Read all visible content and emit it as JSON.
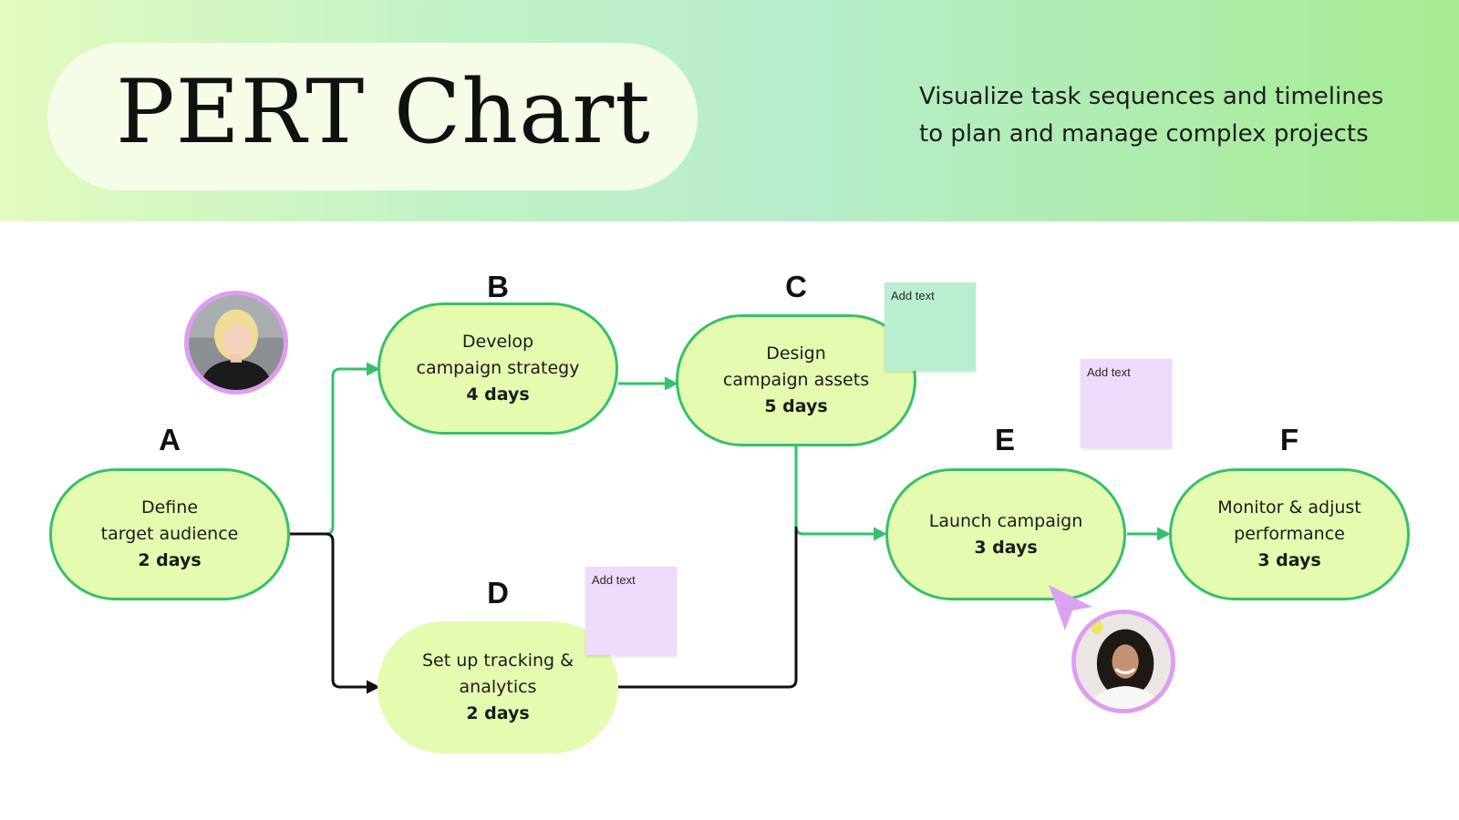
{
  "header": {
    "title": "PERT Chart",
    "subtitle_line1": "Visualize task sequences and timelines",
    "subtitle_line2": "to plan and manage complex projects"
  },
  "colors": {
    "node_fill": "#e5fbb0",
    "node_border": "#36c06a",
    "connector_green": "#36c06a",
    "connector_black": "#111111",
    "sticky_green": "#b9eed0",
    "sticky_purple": "#eedafa",
    "avatar_ring": "#dd9ef0"
  },
  "nodes": {
    "a": {
      "letter": "A",
      "line1": "Define",
      "line2": "target audience",
      "duration": "2 days"
    },
    "b": {
      "letter": "B",
      "line1": "Develop",
      "line2": "campaign strategy",
      "duration": "4 days"
    },
    "c": {
      "letter": "C",
      "line1": "Design",
      "line2": "campaign assets",
      "duration": "5 days"
    },
    "d": {
      "letter": "D",
      "line1": "Set up tracking &",
      "line2": "analytics",
      "duration": "2 days"
    },
    "e": {
      "letter": "E",
      "line1": "Launch campaign",
      "duration": "3 days"
    },
    "f": {
      "letter": "F",
      "line1": "Monitor & adjust",
      "line2": "performance",
      "duration": "3 days"
    }
  },
  "edges": [
    {
      "from": "A",
      "to": "B",
      "color": "green"
    },
    {
      "from": "A",
      "to": "D",
      "color": "black"
    },
    {
      "from": "B",
      "to": "C",
      "color": "green"
    },
    {
      "from": "C",
      "to": "E",
      "color": "green"
    },
    {
      "from": "D",
      "to": "E",
      "color": "black"
    },
    {
      "from": "E",
      "to": "F",
      "color": "green"
    }
  ],
  "stickies": {
    "near_c": "Add text",
    "near_e": "Add text",
    "near_d": "Add text"
  },
  "icons": {
    "avatar_top": "avatar-blonde-person-icon",
    "avatar_bottom": "avatar-curly-hair-person-icon",
    "cursor": "pointer-cursor-icon"
  }
}
